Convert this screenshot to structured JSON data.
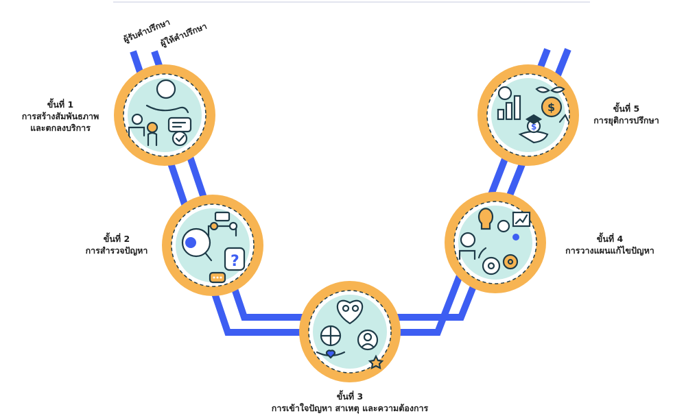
{
  "lanes": {
    "receiver": "ผู้รับคำปรึกษา",
    "giver": "ผู้ให้คำปรึกษา"
  },
  "steps": [
    {
      "number": "ขั้นที่ 1",
      "title_lines": [
        "การสร้างสัมพันธภาพ",
        "และตกลงบริการ"
      ]
    },
    {
      "number": "ขั้นที่ 2",
      "title_lines": [
        "การสำรวจปัญหา"
      ]
    },
    {
      "number": "ขั้นที่ 3",
      "title_lines": [
        "การเข้าใจปัญหา สาเหตุ และความต้องการ"
      ]
    },
    {
      "number": "ขั้นที่ 4",
      "title_lines": [
        "การวางแผนแก้ไขปัญหา"
      ]
    },
    {
      "number": "ขั้นที่ 5",
      "title_lines": [
        "การยุติการปรึกษา"
      ]
    }
  ],
  "step_icons": [
    "counseling-handshake-icon",
    "survey-magnifier-icon",
    "heart-understanding-icon",
    "planning-gears-icon",
    "growth-money-icon"
  ],
  "colors": {
    "track": "#3d5ef2",
    "circle": "#f7b452",
    "inner": "#c9ece8",
    "icon_stroke": "#1e3b48",
    "icon_accent": "#f7b452",
    "top_line": "#d8dce8"
  }
}
